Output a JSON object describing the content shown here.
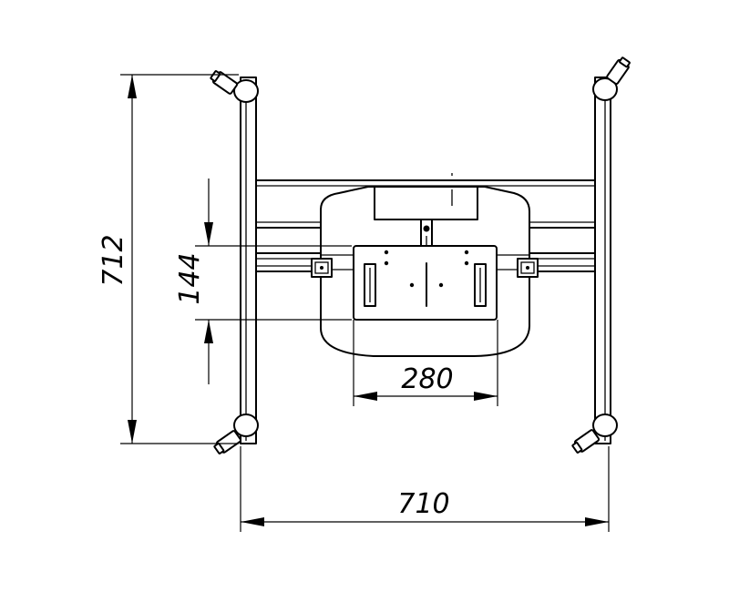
{
  "dimensions": {
    "height_label": "712",
    "inner_height_label": "144",
    "plate_width_label": "280",
    "overall_width_label": "710"
  },
  "colors": {
    "stroke": "#000000",
    "background": "#ffffff"
  }
}
